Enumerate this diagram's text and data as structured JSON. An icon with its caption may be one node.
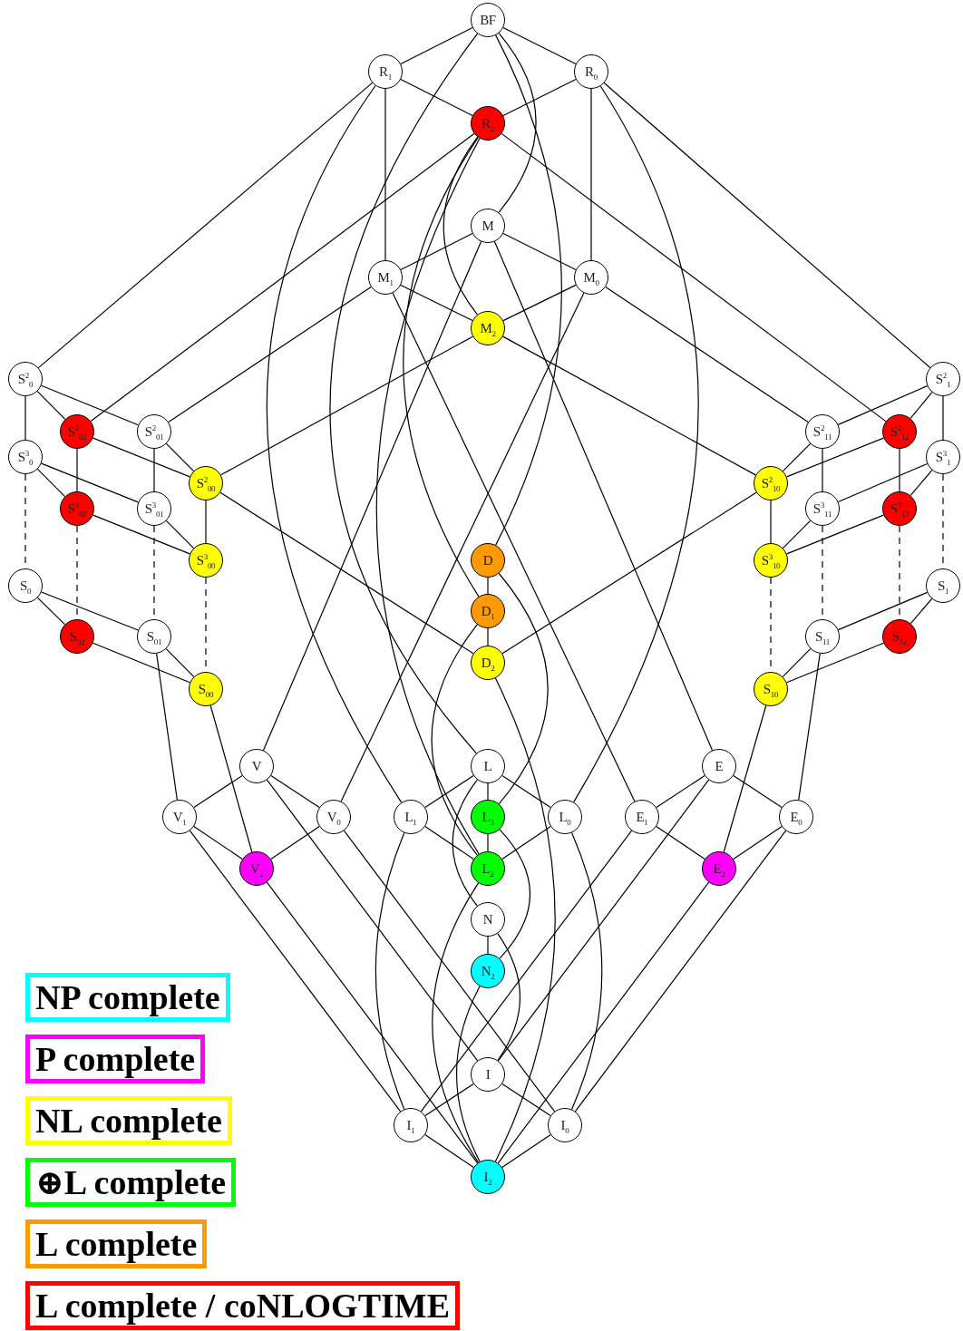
{
  "diagram": {
    "nodes": [
      {
        "text": [
          "BF"
        ]
      },
      {
        "text": [
          "R$_{1}$"
        ]
      },
      {
        "text": [
          "R$_{0}$"
        ]
      },
      {
        "text": [
          "R$_{2}$"
        ]
      },
      {
        "text": [
          "M"
        ]
      },
      {
        "text": [
          "M$_{1}$"
        ]
      },
      {
        "text": [
          "M$_{0}$"
        ]
      },
      {
        "text": [
          "M$_{2}$"
        ]
      },
      {
        "text": [
          "S$^{2}$$_{0}$"
        ]
      },
      {
        "text": [
          "S$^{2}$$_{1}$"
        ]
      },
      {
        "text": [
          "S$^{2}$$_{02}$"
        ]
      },
      {
        "text": [
          "S$^{2}$$_{01}$"
        ]
      },
      {
        "text": [
          "S$^{2}$$_{11}$"
        ]
      },
      {
        "text": [
          "S$^{2}$$_{12}$"
        ]
      },
      {
        "text": [
          "S$^{3}$$_{0}$"
        ]
      },
      {
        "text": [
          "S$^{3}$$_{1}$"
        ]
      },
      {
        "text": [
          "S$^{2}$$_{00}$"
        ]
      },
      {
        "text": [
          "S$^{2}$$_{10}$"
        ]
      },
      {
        "text": [
          "S$^{3}$$_{02}$"
        ]
      },
      {
        "text": [
          "S$^{3}$$_{01}$"
        ]
      },
      {
        "text": [
          "S$^{3}$$_{11}$"
        ]
      },
      {
        "text": [
          "S$^{3}$$_{12}$"
        ]
      },
      {
        "text": [
          "S$^{3}$$_{00}$"
        ]
      },
      {
        "text": [
          "D"
        ]
      },
      {
        "text": [
          "S$^{3}$$_{10}$"
        ]
      },
      {
        "text": [
          "S$_{0}$"
        ]
      },
      {
        "text": [
          "S$_{1}$"
        ]
      },
      {
        "text": [
          "D$_{1}$"
        ]
      },
      {
        "text": [
          "S$_{02}$"
        ]
      },
      {
        "text": [
          "S$_{01}$"
        ]
      },
      {
        "text": [
          "S$_{11}$"
        ]
      },
      {
        "text": [
          "S$_{12}$"
        ]
      },
      {
        "text": [
          "D$_{2}$"
        ]
      },
      {
        "text": [
          "S$_{00}$"
        ]
      },
      {
        "text": [
          "S$_{10}$"
        ]
      },
      {
        "text": [
          "V"
        ]
      },
      {
        "text": [
          "L"
        ]
      },
      {
        "text": [
          "E"
        ]
      },
      {
        "text": [
          "V$_{1}$"
        ]
      },
      {
        "text": [
          "V$_{0}$"
        ]
      },
      {
        "text": [
          "L$_{1}$"
        ]
      },
      {
        "text": [
          "L$_{3}$"
        ]
      },
      {
        "text": [
          "L$_{0}$"
        ]
      },
      {
        "text": [
          "E$_{1}$"
        ]
      },
      {
        "text": [
          "E$_{0}$"
        ]
      },
      {
        "text": [
          "V$_{2}$"
        ]
      },
      {
        "text": [
          "L$_{2}$"
        ]
      },
      {
        "text": [
          "E$_{2}$"
        ]
      },
      {
        "text": [
          "N"
        ]
      },
      {
        "text": [
          "N$_{2}$"
        ]
      },
      {
        "text": [
          "I"
        ]
      },
      {
        "text": [
          "I$_{1}$"
        ]
      },
      {
        "text": [
          "I$_{0}$"
        ]
      },
      {
        "text": [
          "I$_{2}$"
        ]
      }
    ],
    "edges": [
      {
        "from": 0,
        "to": 1,
        "arrow": "none"
      },
      {
        "from": 0,
        "to": 2,
        "arrow": "none"
      },
      {
        "from": 0,
        "to": 4,
        "arrow": "none"
      },
      {
        "from": 0,
        "to": 23,
        "arrow": "none"
      },
      {
        "from": 0,
        "to": 36,
        "arrow": "none"
      },
      {
        "from": 1,
        "to": 3,
        "arrow": "none"
      },
      {
        "from": 1,
        "to": 5,
        "arrow": "none"
      },
      {
        "from": 1,
        "to": 8,
        "arrow": "none"
      },
      {
        "from": 1,
        "to": 40,
        "arrow": "none"
      },
      {
        "from": 2,
        "to": 3,
        "arrow": "none"
      },
      {
        "from": 2,
        "to": 6,
        "arrow": "none"
      },
      {
        "from": 2,
        "to": 9,
        "arrow": "none"
      },
      {
        "from": 2,
        "to": 42,
        "arrow": "none"
      },
      {
        "from": 3,
        "to": 7,
        "arrow": "none"
      },
      {
        "from": 3,
        "to": 10,
        "arrow": "none"
      },
      {
        "from": 3,
        "to": 13,
        "arrow": "none"
      },
      {
        "from": 3,
        "to": 27,
        "arrow": "none"
      },
      {
        "from": 3,
        "to": 46,
        "arrow": "none"
      },
      {
        "from": 4,
        "to": 5,
        "arrow": "none"
      },
      {
        "from": 4,
        "to": 6,
        "arrow": "none"
      },
      {
        "from": 4,
        "to": 35,
        "arrow": "none"
      },
      {
        "from": 4,
        "to": 37,
        "arrow": "none"
      },
      {
        "from": 5,
        "to": 7,
        "arrow": "none"
      },
      {
        "from": 5,
        "to": 11,
        "arrow": "none"
      },
      {
        "from": 5,
        "to": 43,
        "arrow": "none"
      },
      {
        "from": 6,
        "to": 7,
        "arrow": "none"
      },
      {
        "from": 6,
        "to": 12,
        "arrow": "none"
      },
      {
        "from": 6,
        "to": 39,
        "arrow": "none"
      },
      {
        "from": 7,
        "to": 16,
        "arrow": "none"
      },
      {
        "from": 7,
        "to": 17,
        "arrow": "none"
      },
      {
        "from": 8,
        "to": 10,
        "arrow": "none"
      },
      {
        "from": 8,
        "to": 11,
        "arrow": "none"
      },
      {
        "from": 8,
        "to": 14,
        "arrow": "none"
      },
      {
        "from": 10,
        "to": 16,
        "arrow": "none"
      },
      {
        "from": 10,
        "to": 18,
        "arrow": "none"
      },
      {
        "from": 11,
        "to": 16,
        "arrow": "none"
      },
      {
        "from": 11,
        "to": 19,
        "arrow": "none"
      },
      {
        "from": 16,
        "to": 22,
        "arrow": "none"
      },
      {
        "from": 16,
        "to": 32,
        "arrow": "none"
      },
      {
        "from": 14,
        "to": 18,
        "arrow": "none"
      },
      {
        "from": 14,
        "to": 19,
        "arrow": "none"
      },
      {
        "from": 14,
        "to": 25,
        "arrow": "none",
        "style": "dashed"
      },
      {
        "from": 18,
        "to": 22,
        "arrow": "none"
      },
      {
        "from": 18,
        "to": 28,
        "arrow": "none",
        "style": "dashed"
      },
      {
        "from": 19,
        "to": 22,
        "arrow": "none"
      },
      {
        "from": 19,
        "to": 29,
        "arrow": "none",
        "style": "dashed"
      },
      {
        "from": 22,
        "to": 33,
        "arrow": "none",
        "style": "dashed"
      },
      {
        "from": 25,
        "to": 28,
        "arrow": "none"
      },
      {
        "from": 25,
        "to": 29,
        "arrow": "none"
      },
      {
        "from": 28,
        "to": 33,
        "arrow": "none"
      },
      {
        "from": 29,
        "to": 33,
        "arrow": "none"
      },
      {
        "from": 29,
        "to": 38,
        "arrow": "none"
      },
      {
        "from": 33,
        "to": 45,
        "arrow": "none"
      },
      {
        "from": 9,
        "to": 13,
        "arrow": "none"
      },
      {
        "from": 9,
        "to": 12,
        "arrow": "none"
      },
      {
        "from": 9,
        "to": 15,
        "arrow": "none"
      },
      {
        "from": 13,
        "to": 17,
        "arrow": "none"
      },
      {
        "from": 13,
        "to": 21,
        "arrow": "none"
      },
      {
        "from": 12,
        "to": 17,
        "arrow": "none"
      },
      {
        "from": 12,
        "to": 20,
        "arrow": "none"
      },
      {
        "from": 17,
        "to": 24,
        "arrow": "none"
      },
      {
        "from": 17,
        "to": 32,
        "arrow": "none"
      },
      {
        "from": 15,
        "to": 21,
        "arrow": "none"
      },
      {
        "from": 15,
        "to": 20,
        "arrow": "none"
      },
      {
        "from": 15,
        "to": 26,
        "arrow": "none",
        "style": "dashed"
      },
      {
        "from": 21,
        "to": 24,
        "arrow": "none"
      },
      {
        "from": 21,
        "to": 31,
        "arrow": "none",
        "style": "dashed"
      },
      {
        "from": 20,
        "to": 24,
        "arrow": "none"
      },
      {
        "from": 20,
        "to": 30,
        "arrow": "none",
        "style": "dashed"
      },
      {
        "from": 24,
        "to": 34,
        "arrow": "none",
        "style": "dashed"
      },
      {
        "from": 26,
        "to": 31,
        "arrow": "none"
      },
      {
        "from": 26,
        "to": 30,
        "arrow": "none"
      },
      {
        "from": 31,
        "to": 34,
        "arrow": "none"
      },
      {
        "from": 30,
        "to": 34,
        "arrow": "none"
      },
      {
        "from": 30,
        "to": 44,
        "arrow": "none"
      },
      {
        "from": 34,
        "to": 47,
        "arrow": "none"
      },
      {
        "from": 23,
        "to": 27,
        "arrow": "none"
      },
      {
        "from": 23,
        "to": 41,
        "arrow": "none"
      },
      {
        "from": 27,
        "to": 32,
        "arrow": "none"
      },
      {
        "from": 27,
        "to": 46,
        "arrow": "none"
      },
      {
        "from": 32,
        "to": 53,
        "arrow": "none"
      },
      {
        "from": 35,
        "to": 38,
        "arrow": "none"
      },
      {
        "from": 35,
        "to": 39,
        "arrow": "none"
      },
      {
        "from": 35,
        "to": 50,
        "arrow": "none"
      },
      {
        "from": 36,
        "to": 40,
        "arrow": "none"
      },
      {
        "from": 36,
        "to": 41,
        "arrow": "none"
      },
      {
        "from": 36,
        "to": 42,
        "arrow": "none"
      },
      {
        "from": 36,
        "to": 48,
        "arrow": "none"
      },
      {
        "from": 37,
        "to": 43,
        "arrow": "none"
      },
      {
        "from": 37,
        "to": 44,
        "arrow": "none"
      },
      {
        "from": 37,
        "to": 50,
        "arrow": "none"
      },
      {
        "from": 38,
        "to": 45,
        "arrow": "none"
      },
      {
        "from": 38,
        "to": 51,
        "arrow": "none"
      },
      {
        "from": 39,
        "to": 45,
        "arrow": "none"
      },
      {
        "from": 39,
        "to": 52,
        "arrow": "none"
      },
      {
        "from": 40,
        "to": 46,
        "arrow": "none"
      },
      {
        "from": 40,
        "to": 51,
        "arrow": "none"
      },
      {
        "from": 41,
        "to": 46,
        "arrow": "none"
      },
      {
        "from": 41,
        "to": 49,
        "arrow": "none"
      },
      {
        "from": 42,
        "to": 46,
        "arrow": "none"
      },
      {
        "from": 42,
        "to": 52,
        "arrow": "none"
      },
      {
        "from": 43,
        "to": 47,
        "arrow": "none"
      },
      {
        "from": 43,
        "to": 51,
        "arrow": "none"
      },
      {
        "from": 44,
        "to": 47,
        "arrow": "none"
      },
      {
        "from": 44,
        "to": 52,
        "arrow": "none"
      },
      {
        "from": 45,
        "to": 53,
        "arrow": "none"
      },
      {
        "from": 46,
        "to": 53,
        "arrow": "none"
      },
      {
        "from": 47,
        "to": 53,
        "arrow": "none"
      },
      {
        "from": 48,
        "to": 49,
        "arrow": "none"
      },
      {
        "from": 48,
        "to": 50,
        "arrow": "none"
      },
      {
        "from": 49,
        "to": 53,
        "arrow": "none"
      },
      {
        "from": 50,
        "to": 51,
        "arrow": "none"
      },
      {
        "from": 50,
        "to": 52,
        "arrow": "none"
      },
      {
        "from": 51,
        "to": 53,
        "arrow": "none"
      },
      {
        "from": 52,
        "to": 53,
        "arrow": "none"
      }
    ],
    "legend": [
      {
        "text": "NP complete",
        "color": "#00ffff"
      },
      {
        "text": "P complete",
        "color": "#ff00ff"
      },
      {
        "text": "NL complete",
        "color": "#ffff00"
      },
      {
        "text": "⊕L complete",
        "color": "#00ff00"
      },
      {
        "text": "L complete",
        "color": "#ff9900"
      },
      {
        "text": "L complete / coNLOGTIME",
        "color": "#ff0000"
      }
    ]
  }
}
